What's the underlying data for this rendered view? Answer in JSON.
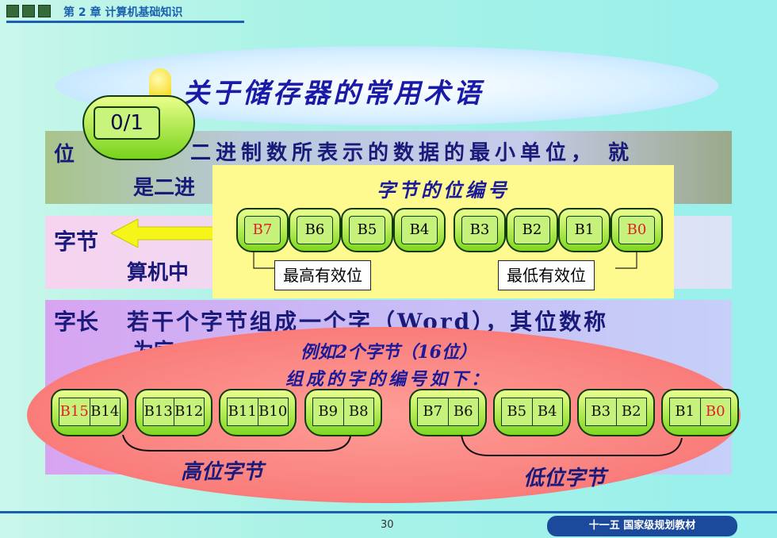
{
  "header": {
    "chapter": "第 2 章   计算机基础知识"
  },
  "title": "关于储存器的常用术语",
  "bit_badge": "0/1",
  "rows": {
    "wei": {
      "term": "位",
      "line1": "二进制数所表示的数据的最小单位，  就",
      "line2": "是二进"
    },
    "zijie": {
      "term": "字节",
      "line2": "算机中"
    },
    "zichang": {
      "term": "字长",
      "line1": "若干个字节组成一个字（Word），其位数称",
      "line2": "为字"
    }
  },
  "popup": {
    "title": "字节的位编号",
    "bits": [
      "B7",
      "B6",
      "B5",
      "B4",
      "B3",
      "B2",
      "B1",
      "B0"
    ],
    "highlight_bits": [
      "B7",
      "B0"
    ],
    "note_high": "最高有效位",
    "note_low": "最低有效位",
    "highlight_color": "#e0202a"
  },
  "example": {
    "line1": "例如2个字节（16位）",
    "line2": "组成的字的编号如下：",
    "pairs_high": [
      [
        "B15",
        "B14"
      ],
      [
        "B13",
        "B12"
      ],
      [
        "B11",
        "B10"
      ],
      [
        "B9",
        "B8"
      ]
    ],
    "pairs_low": [
      [
        "B7",
        "B6"
      ],
      [
        "B5",
        "B4"
      ],
      [
        "B3",
        "B2"
      ],
      [
        "B1",
        "B0"
      ]
    ],
    "label_high": "高位字节",
    "label_low": "低位字节"
  },
  "footer": {
    "page": "30",
    "badge": "十一五 国家级规划教材"
  }
}
